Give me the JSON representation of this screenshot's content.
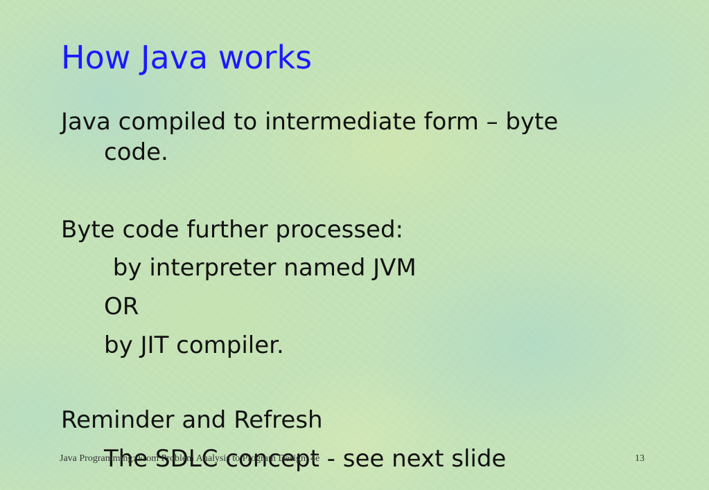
{
  "slide": {
    "title": "How Java works",
    "lines": [
      "Java compiled to intermediate form – byte",
      "code.",
      "Byte code further processed:",
      " by interpreter named JVM",
      "OR",
      "by JIT compiler.",
      "Reminder and Refresh",
      "The SDLC concept - see next slide"
    ],
    "footer": {
      "source": "Java Programming: From Problem Analysis to Program Design, 4e",
      "page_number": "13"
    }
  }
}
